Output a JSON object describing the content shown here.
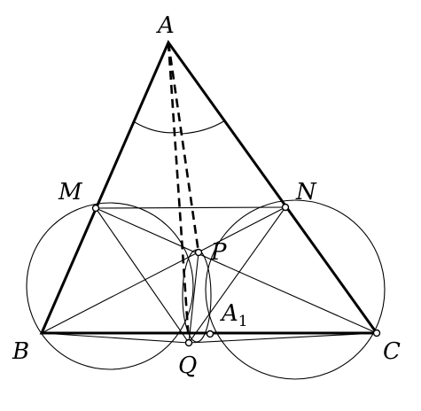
{
  "diagram": {
    "points": {
      "A": {
        "label": "A"
      },
      "B": {
        "label": "B"
      },
      "C": {
        "label": "C"
      },
      "M": {
        "label": "M"
      },
      "N": {
        "label": "N"
      },
      "P": {
        "label": "P"
      },
      "Q": {
        "label": "Q"
      },
      "A1": {
        "label": "A",
        "subscript": "1"
      }
    }
  }
}
